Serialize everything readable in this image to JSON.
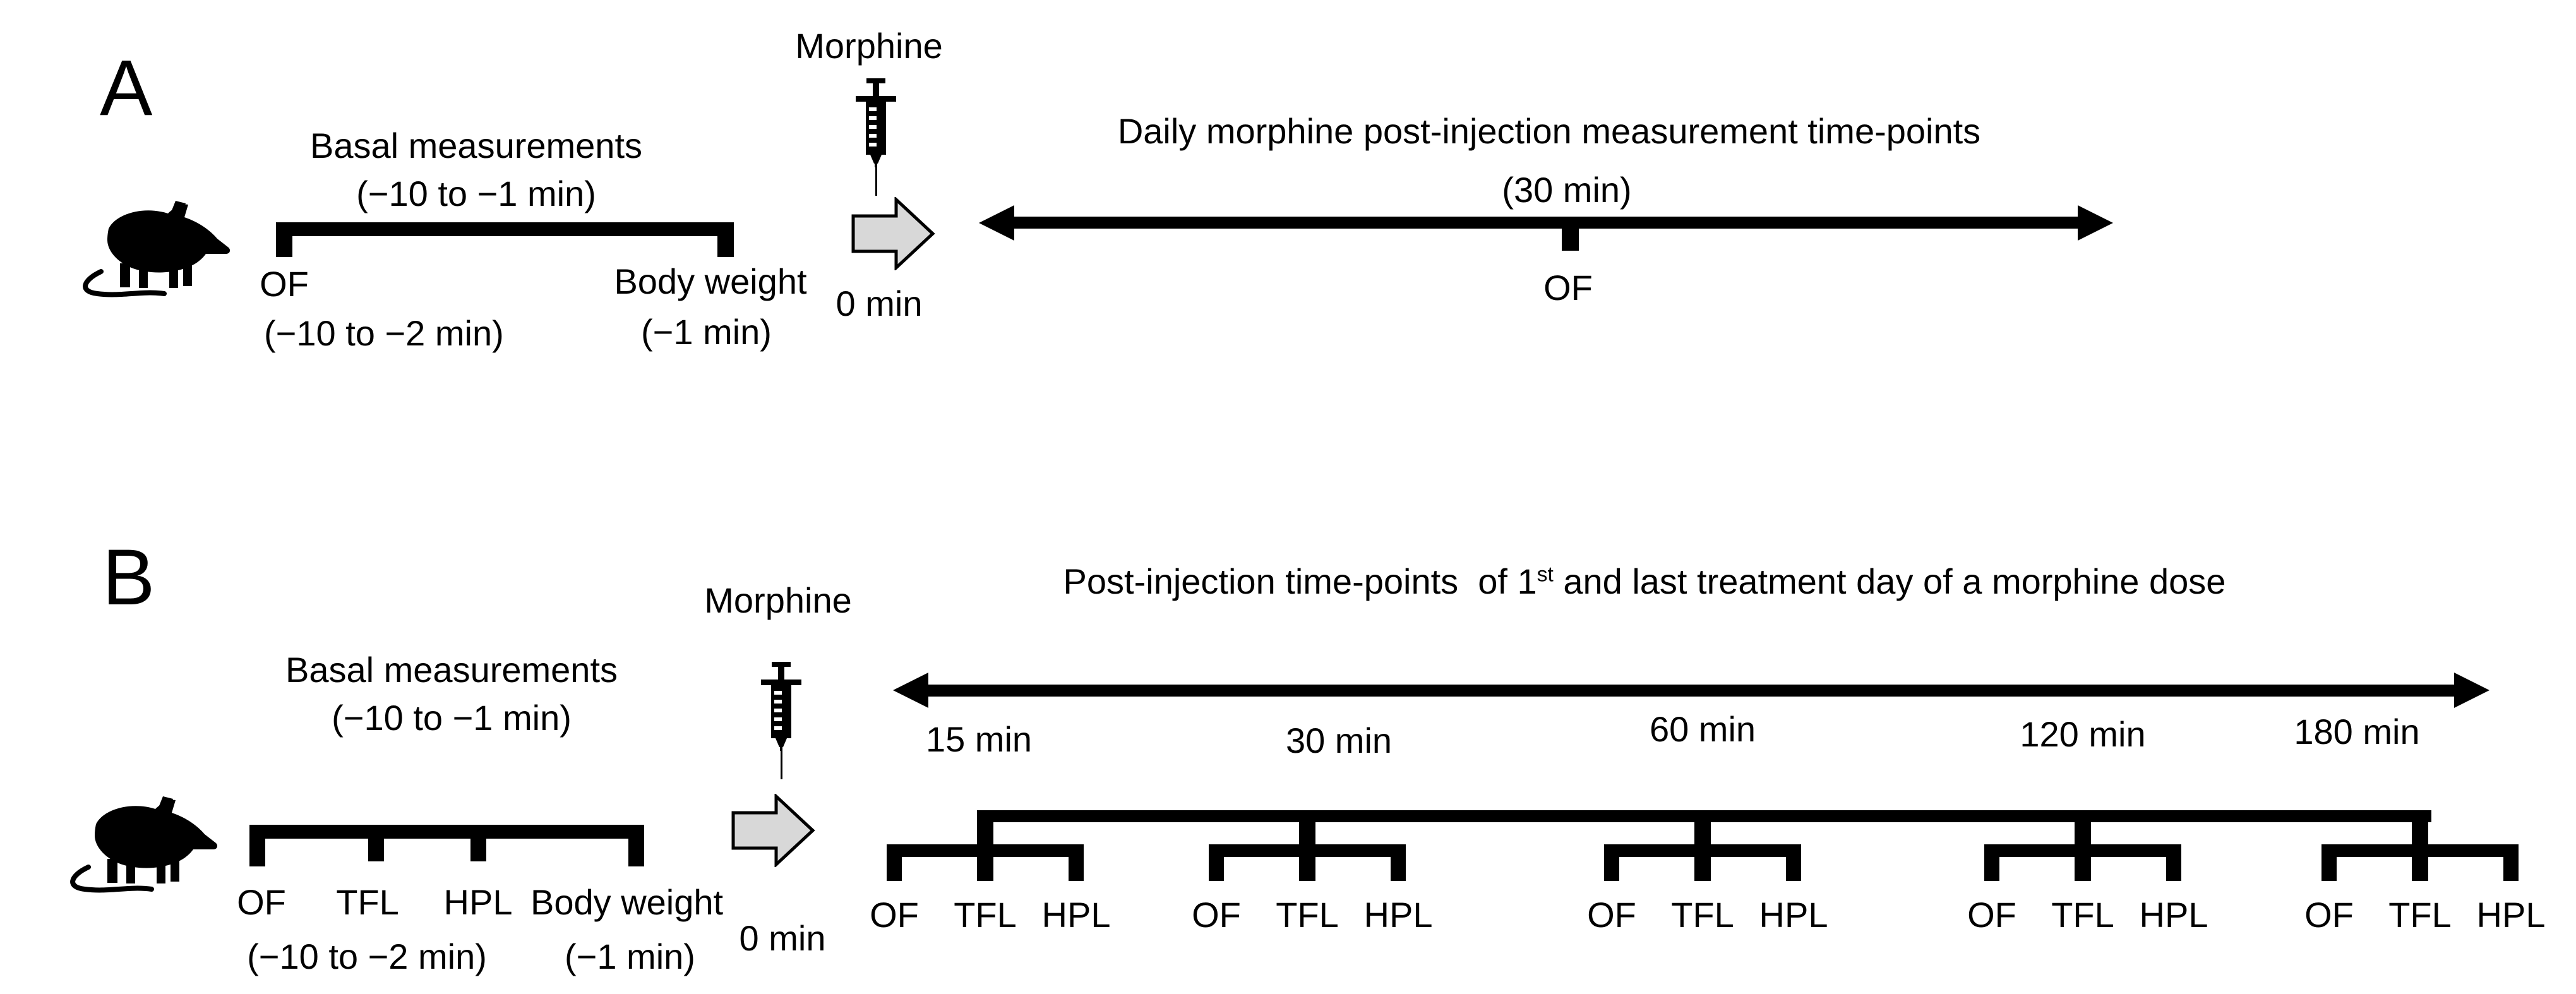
{
  "colors": {
    "ink": "#000000",
    "block_arrow_fill": "#d8d8d8"
  },
  "icons": {
    "mouse": "rat-silhouette",
    "syringe": "syringe-needle-down",
    "block_arrow": "right-block-arrow",
    "timeline_arrow": "double-headed-arrow"
  },
  "panel_a": {
    "label": "A",
    "basal": {
      "line1": "Basal measurements",
      "line2": "(−10 to −1 min)"
    },
    "of_label": "OF",
    "of_window": "(−10 to −2 min)",
    "body_weight_label": "Body weight",
    "body_weight_window": "(−1 min)",
    "morphine_label": "Morphine",
    "injection_time": "0 min",
    "timeline_title": "Daily morphine post-injection measurement time-points",
    "timeline_duration": "(30 min)",
    "timeline_tick_label": "OF"
  },
  "panel_b": {
    "label": "B",
    "basal": {
      "line1": "Basal measurements",
      "line2": "(−10 to −1 min)"
    },
    "basal_measurements": [
      "OF",
      "TFL",
      "HPL",
      "Body weight"
    ],
    "of_window": "(−10 to −2 min)",
    "body_weight_window": "(−1 min)",
    "morphine_label": "Morphine",
    "injection_time": "0 min",
    "timeline_title_prefix": "Post-injection time-points  of 1",
    "timeline_title_superscript": "st",
    "timeline_title_suffix": " and last treatment day of a morphine dose",
    "groups": [
      {
        "time": "15 min",
        "measurements": [
          "OF",
          "TFL",
          "HPL"
        ]
      },
      {
        "time": "30 min",
        "measurements": [
          "OF",
          "TFL",
          "HPL"
        ]
      },
      {
        "time": "60 min",
        "measurements": [
          "OF",
          "TFL",
          "HPL"
        ]
      },
      {
        "time": "120 min",
        "measurements": [
          "OF",
          "TFL",
          "HPL"
        ]
      },
      {
        "time": "180 min",
        "measurements": [
          "OF",
          "TFL",
          "HPL"
        ]
      }
    ]
  }
}
